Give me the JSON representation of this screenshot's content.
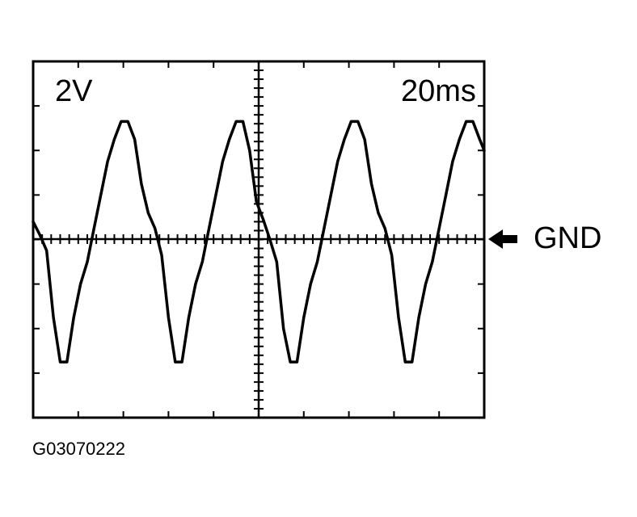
{
  "chart_data": {
    "type": "line",
    "title": "",
    "xlabel": "",
    "ylabel": "",
    "volts_per_div": "2V",
    "time_per_div": "20ms",
    "ground_marker": "GND",
    "grid": {
      "x_divisions": 10,
      "y_divisions": 8,
      "grid_on": false,
      "center_axes_ticked": true
    },
    "x_unit": "ms",
    "y_unit": "V",
    "xlim": [
      0,
      200
    ],
    "ylim": [
      -8,
      8
    ],
    "series": [
      {
        "x": [
          0,
          3,
          6,
          9,
          12,
          15,
          18,
          21,
          24,
          27,
          30,
          33,
          36,
          39,
          42,
          45,
          48,
          51,
          54,
          57,
          60,
          63,
          66,
          69,
          72,
          75,
          78,
          81,
          84,
          87,
          90,
          93,
          96,
          99,
          102,
          105,
          108,
          111,
          114,
          117,
          120,
          123,
          126,
          129,
          132,
          135,
          138,
          141,
          144,
          147,
          150,
          153,
          156,
          159,
          162,
          165,
          168,
          171,
          174,
          177,
          180,
          183,
          186,
          189,
          192,
          195,
          198,
          200
        ],
        "y": [
          0.8,
          0.2,
          -0.5,
          -3.5,
          -5.5,
          -5.5,
          -3.5,
          -2,
          -1,
          0.5,
          2,
          3.5,
          4.5,
          5.3,
          5.3,
          4.5,
          2.5,
          1.2,
          0.5,
          -0.7,
          -3.5,
          -5.5,
          -5.5,
          -3.5,
          -2,
          -1,
          0.5,
          2,
          3.5,
          4.5,
          5.3,
          5.3,
          4,
          1.7,
          0.9,
          0,
          -1,
          -4,
          -5.5,
          -5.5,
          -3.5,
          -2,
          -1,
          0.5,
          2,
          3.5,
          4.5,
          5.3,
          5.3,
          4.5,
          2.5,
          1.2,
          0.5,
          -0.7,
          -3.5,
          -5.5,
          -5.5,
          -3.5,
          -2,
          -1,
          0.5,
          2,
          3.5,
          4.5,
          5.3,
          5.3,
          4.5,
          4
        ]
      }
    ]
  },
  "figure_id": "G03070222"
}
